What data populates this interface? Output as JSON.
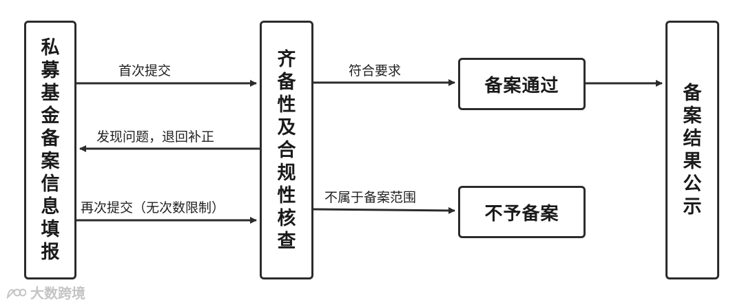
{
  "nodes": {
    "applicant": "私募基金备案信息填报",
    "review": "齐备性及合规性核查",
    "passed": "备案通过",
    "rejected": "不予备案",
    "publish": "备案结果公示"
  },
  "edges": {
    "first_submit": "首次提交",
    "return_for_fix": "发现问题，退回补正",
    "resubmit": "再次提交（无次数限制）",
    "meets_requirements": "符合要求",
    "out_of_scope": "不属于备案范围"
  },
  "watermark": {
    "text": "大数跨境",
    "icon": "brand-logo-icon"
  }
}
